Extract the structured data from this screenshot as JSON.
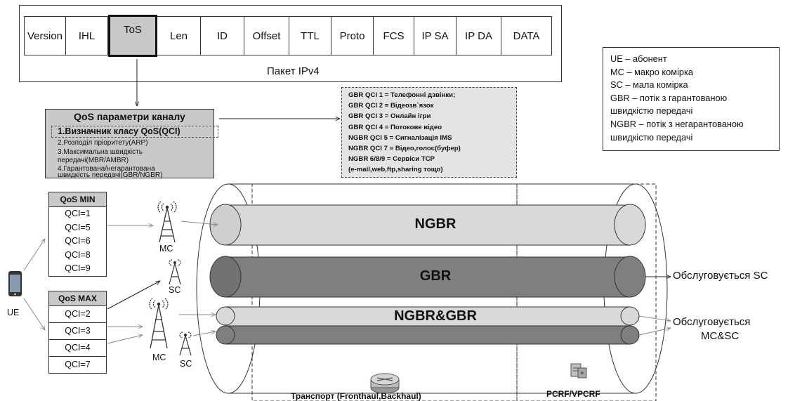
{
  "ipv4": {
    "fields": [
      "Version",
      "IHL",
      "ToS",
      "Len",
      "ID",
      "Offset",
      "TTL",
      "Proto",
      "FCS",
      "IP SA",
      "IP DA",
      "DATA"
    ],
    "caption": "Пакет IPv4"
  },
  "qos_params": {
    "title": "QoS параметри каналу",
    "items": [
      "1.Визначник класу QoS(QCI)",
      "2.Розподіл пріоритету(ARP)",
      "3.Максимальна швидкість",
      "передачі(MBR/AMBR)",
      "4.Гарантована/негарантована",
      "швидкість передачі(GBR/NGBR)"
    ]
  },
  "qci_list": [
    "GBR  QCI 1 = Телефонні дзвінки;",
    "GBR  QCI 2 = Відеозв`язок",
    "GBR  QCI 3 = Онлайн ігри",
    "GBR  QCI 4 = Потокове відео",
    "NGBR  QCI 5 = Сигналізація IMS",
    "NGBR  QCI 7 = Відео,голос(буфер)",
    "NGBR  6/8/9 = Сервіси TCP",
    "(e-mail,web,ftp,sharing тощо)"
  ],
  "legend": [
    "UE – абонент",
    "MC – макро комірка",
    "SC – мала комірка",
    "GBR  – потік з гарантованою",
    "швидкістю передачі",
    "NGBR – потік з негарантованою",
    "швидкістю передачі"
  ],
  "qos_min": {
    "title": "QoS MIN",
    "items": [
      "QCI=1",
      "QCI=5",
      "QCI=6",
      "QCI=8",
      "QCI=9"
    ]
  },
  "qos_max": {
    "title": "QoS MAX",
    "items": [
      "QCI=2",
      "QCI=3",
      "QCI=4",
      "QCI=7"
    ]
  },
  "ue_label": "UE",
  "towers": {
    "mc1": "MC",
    "sc1": "SC",
    "mc2": "MC",
    "sc2": "SC"
  },
  "pipes": {
    "ngbr": "NGBR",
    "gbr": "GBR",
    "mixed": "NGBR&GBR"
  },
  "served": {
    "sc": "Обслуговується SC",
    "mcsc_line1": "Обслуговується",
    "mcsc_line2": "MC&SC"
  },
  "sections": {
    "transport": "Транспорт (Fronthaul,Backhaul)",
    "pcrf": "PCRF/VPCRF"
  },
  "colors": {
    "pipe_light": "#d9d9d9",
    "pipe_dark": "#7f7f7f",
    "tos_fill": "#c8c8c8",
    "panel_fill": "#c9c9c9"
  }
}
